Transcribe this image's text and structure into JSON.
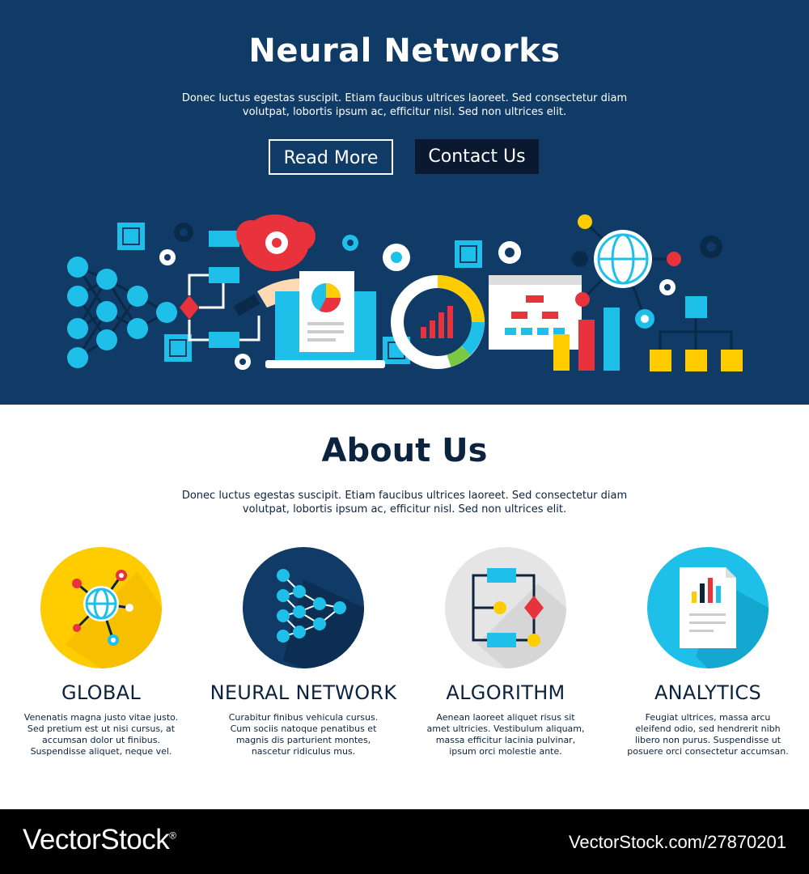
{
  "hero": {
    "title": "Neural Networks",
    "subtitle": "Donec luctus egestas suscipit. Etiam faucibus ultrices laoreet. Sed consectetur diam volutpat, lobortis ipsum ac, efficitur nisl. Sed non ultrices elit.",
    "read_more_label": "Read More",
    "contact_label": "Contact Us",
    "background_color": "#0f3b66",
    "illustration_icons": [
      "neural-net-icon",
      "chip-icon",
      "gear-icon",
      "brain-icon",
      "flowchart-icon",
      "hand-icon",
      "laptop-icon",
      "pie-chart-icon",
      "donut-chart-icon",
      "browser-icon",
      "globe-icon",
      "bar-chart-icon",
      "hierarchy-icon"
    ]
  },
  "about": {
    "title": "About Us",
    "subtitle": "Donec luctus egestas suscipit. Etiam faucibus ultrices laoreet. Sed consectetur diam volutpat, lobortis ipsum ac, efficitur nisl. Sed non ultrices elit."
  },
  "features": [
    {
      "icon": "globe-network-icon",
      "color": "#ffcc00",
      "title": "GLOBAL",
      "text": "Venenatis magna justo vitae justo. Sed pretium est ut nisi cursus, at accumsan dolor ut finibus. Suspendisse aliquet, neque vel."
    },
    {
      "icon": "neural-network-icon",
      "color": "#0f3b66",
      "title": "NEURAL NETWORK",
      "text": "Curabitur finibus vehicula cursus. Cum sociis natoque penatibus et magnis dis parturient montes, nascetur ridiculus mus."
    },
    {
      "icon": "algorithm-flowchart-icon",
      "color": "#e5e5e5",
      "title": "ALGORITHM",
      "text": "Aenean laoreet aliquet risus sit amet ultricies. Vestibulum aliquam, massa efficitur lacinia pulvinar, ipsum orci molestie ante."
    },
    {
      "icon": "analytics-report-icon",
      "color": "#1ec0ea",
      "title": "ANALYTICS",
      "text": "Feugiat ultrices, massa arcu eleifend odio, sed hendrerit nibh libero non purus. Suspendisse ut posuere orci consectetur accumsan."
    }
  ],
  "footer": {
    "brand": "VectorStock",
    "reg_mark": "®",
    "image_id": "VectorStock.com/27870201"
  }
}
